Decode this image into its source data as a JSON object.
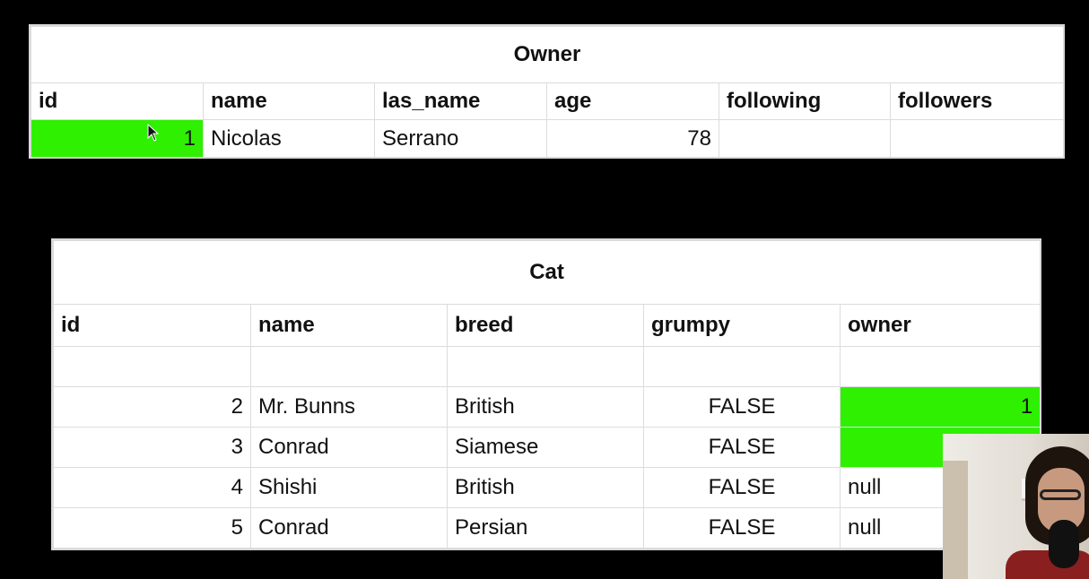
{
  "owner": {
    "title": "Owner",
    "columns": [
      "id",
      "name",
      "las_name",
      "age",
      "following",
      "followers"
    ],
    "rows": [
      {
        "id": "1",
        "name": "Nicolas",
        "las_name": "Serrano",
        "age": "78",
        "following": "",
        "followers": ""
      }
    ],
    "highlight_color": "#2ef000"
  },
  "cat": {
    "title": "Cat",
    "columns": [
      "id",
      "name",
      "breed",
      "grumpy",
      "owner"
    ],
    "rows": [
      {
        "id": "",
        "name": "",
        "breed": "",
        "grumpy": "",
        "owner": ""
      },
      {
        "id": "2",
        "name": "Mr. Bunns",
        "breed": "British",
        "grumpy": "FALSE",
        "owner": "1"
      },
      {
        "id": "3",
        "name": "Conrad",
        "breed": "Siamese",
        "grumpy": "FALSE",
        "owner": ""
      },
      {
        "id": "4",
        "name": "Shishi",
        "breed": "British",
        "grumpy": "FALSE",
        "owner": "null"
      },
      {
        "id": "5",
        "name": "Conrad",
        "breed": "Persian",
        "grumpy": "FALSE",
        "owner": "null"
      }
    ]
  },
  "icons": {
    "cursor": "mouse-pointer-icon"
  }
}
